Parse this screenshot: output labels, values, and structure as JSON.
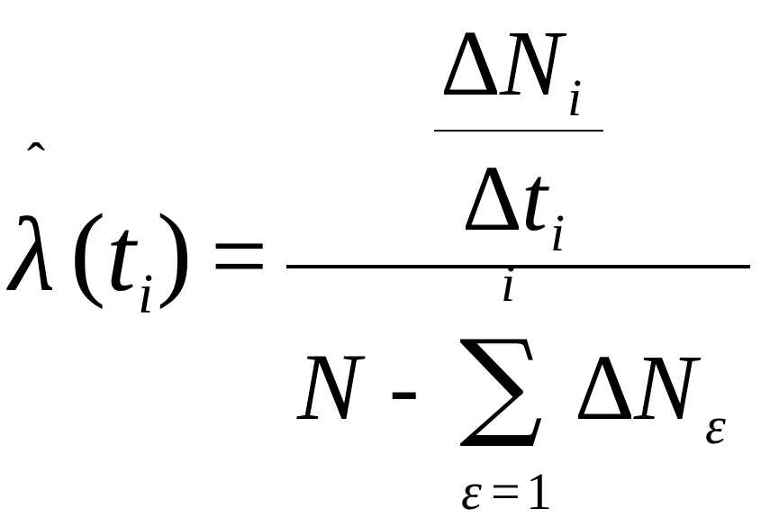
{
  "formula": {
    "lhs": {
      "symbol": "λ",
      "hat": "ˆ",
      "open_paren": "(",
      "variable": "t",
      "subscript": "i",
      "close_paren": ")"
    },
    "equals": "=",
    "numerator": {
      "top": {
        "delta": "Δ",
        "variable": "N",
        "subscript": "i"
      },
      "bottom": {
        "delta": "Δ",
        "variable": "t",
        "subscript": "i"
      }
    },
    "denominator": {
      "total": "N",
      "minus": "-",
      "sum": {
        "symbol": "∑",
        "upper": "i",
        "lower_var": "ε",
        "lower_eq": "=",
        "lower_val": "1"
      },
      "delta": "Δ",
      "variable": "N",
      "subscript": "ε"
    }
  }
}
